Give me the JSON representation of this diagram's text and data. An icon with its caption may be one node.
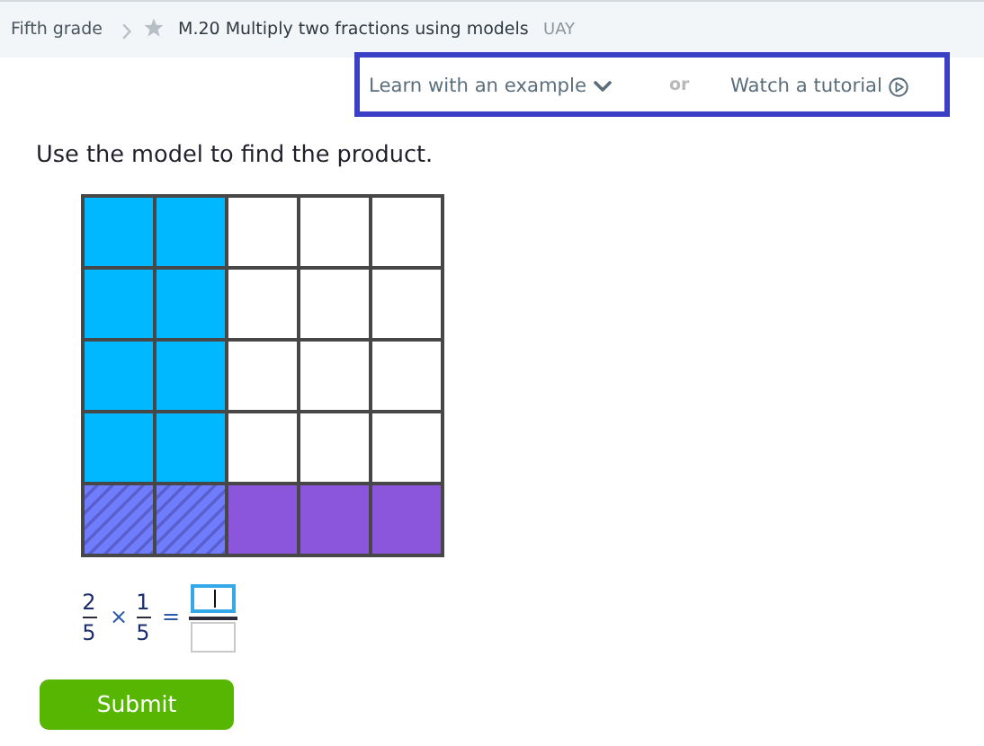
{
  "diagram": {
    "labels": [
      "Fifth grade",
      "M.20 Multiply two fractions using models",
      "UAY",
      "Learn with an example",
      "or",
      "Watch a tutorial",
      "Use the model to find the product.",
      "2",
      "5",
      "×",
      "1",
      "5",
      "=",
      "Submit"
    ]
  }
}
